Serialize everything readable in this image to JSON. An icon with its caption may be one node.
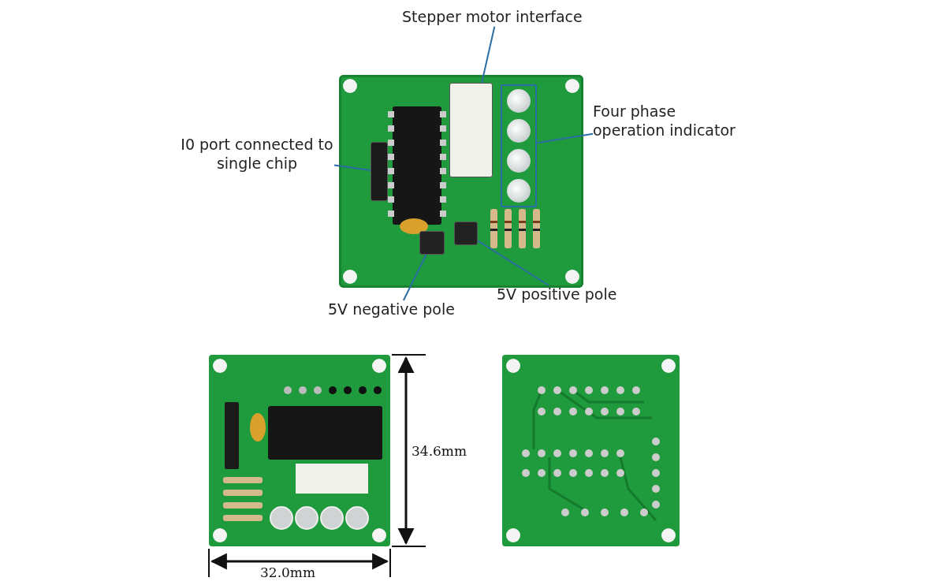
{
  "diagram": {
    "nodes": [
      {
        "text": [],
        "shape": "picture"
      },
      {
        "text": [
          "Stepper motor interface"
        ]
      },
      {
        "text": [
          "Four phase operation indicator"
        ]
      },
      {
        "text": [
          "I0 port connected to single chip"
        ]
      },
      {
        "text": [
          "5V negative pole"
        ]
      },
      {
        "text": [
          "5V positive pole"
        ]
      },
      {
        "text": [],
        "shape": "box",
        "in": 0
      },
      {
        "text": [],
        "shape": "box",
        "in": 0
      },
      {
        "text": [],
        "shape": "bar",
        "in": 0
      },
      {
        "text": [],
        "shape": "box",
        "in": 0
      },
      {
        "text": [],
        "shape": "box",
        "in": 0
      },
      {
        "text": [],
        "shape": "picture"
      },
      {
        "text": [],
        "shape": "picture"
      }
    ],
    "edges": [
      {
        "from": 1,
        "to": 6,
        "arrow": "none"
      },
      {
        "from": 2,
        "to": 7,
        "arrow": "none"
      },
      {
        "from": 3,
        "to": 8,
        "arrow": "none"
      },
      {
        "from": 4,
        "to": 9,
        "arrow": "none"
      },
      {
        "from": 5,
        "to": 10,
        "arrow": "none"
      }
    ],
    "labels": [
      "34.6mm",
      "32.0mm"
    ]
  }
}
